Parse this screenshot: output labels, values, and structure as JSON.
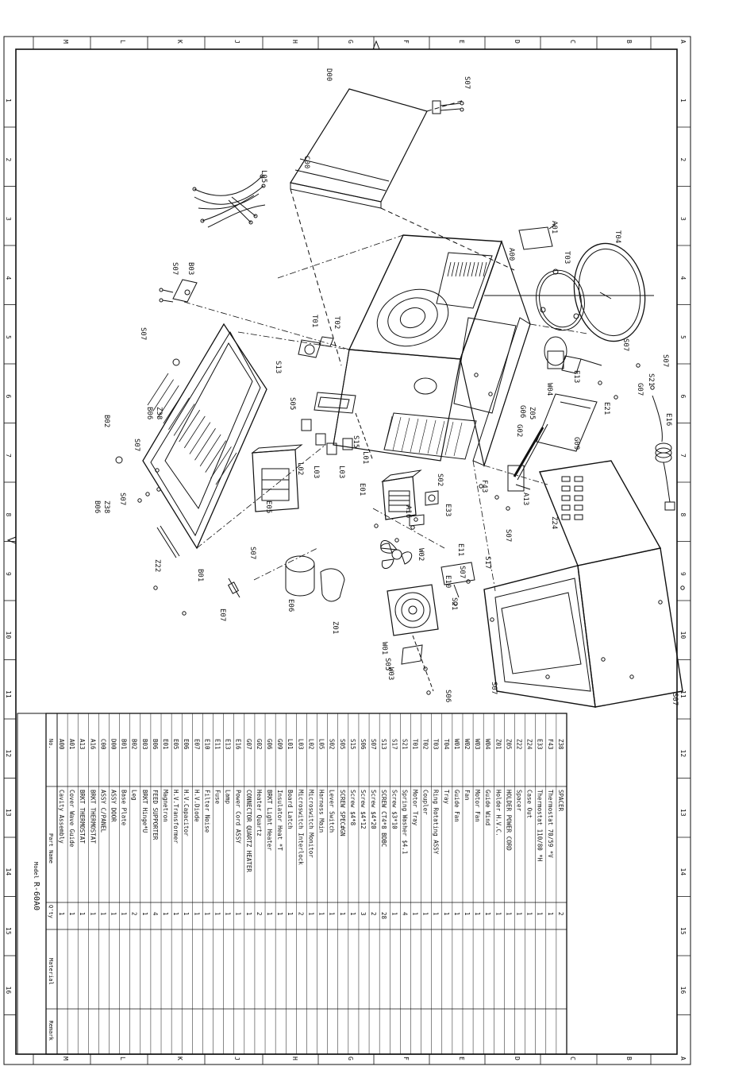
{
  "zone_letters": [
    "A",
    "B",
    "C",
    "D",
    "E",
    "F",
    "G",
    "H",
    "J",
    "K",
    "L",
    "M"
  ],
  "zone_numbers": [
    "1",
    "2",
    "3",
    "4",
    "5",
    "6",
    "7",
    "8",
    "9",
    "10",
    "11",
    "12",
    "13",
    "14",
    "15",
    "16"
  ],
  "callouts": [
    "D00",
    "C00",
    "S07",
    "L05",
    "B03",
    "S07",
    "S07",
    "T01",
    "T02",
    "S13",
    "A00",
    "A01",
    "T03",
    "T04",
    "S07",
    "S07",
    "S21",
    "G07",
    "E13",
    "W04",
    "E21",
    "Z05",
    "S05",
    "S15",
    "G06",
    "G02",
    "B02",
    "B06",
    "Z38",
    "S07",
    "L02",
    "L03",
    "L03",
    "L01",
    "G09",
    "E01",
    "S02",
    "E05",
    "E33",
    "F43",
    "A13",
    "S07",
    "B06",
    "Z38",
    "S07",
    "A16",
    "Z24",
    "S07",
    "W02",
    "E11",
    "S17",
    "E10",
    "S07",
    "Z22",
    "B01",
    "E07",
    "E06",
    "Z01",
    "S21",
    "W01",
    "S05",
    "W03",
    "S06",
    "S07",
    "E16",
    "S07"
  ],
  "parts_table": {
    "columns": [
      "No.",
      "Part Name",
      "Q'ty",
      "Material",
      "Remark"
    ],
    "rows": [
      [
        "A00",
        "Cavity Assembly",
        "1"
      ],
      [
        "A01",
        "Cover Wave Guide",
        "1"
      ],
      [
        "A13",
        "BRKT THERMOSTAT",
        "1"
      ],
      [
        "A16",
        "BRKT THERMOSTAT",
        "1"
      ],
      [
        "C00",
        "ASSY C/PANEL",
        "1"
      ],
      [
        "D00",
        "ASSY DOOR",
        "1"
      ],
      [
        "B01",
        "Base Plate",
        "1"
      ],
      [
        "B02",
        "Leg",
        "2"
      ],
      [
        "B03",
        "BRKT Hinge*U",
        "1"
      ],
      [
        "B06",
        "FEED SUPPORTER",
        "4"
      ],
      [
        "E01",
        "Magnetron",
        "1"
      ],
      [
        "E05",
        "H.V.Transformer",
        "1"
      ],
      [
        "E06",
        "H.V.Capacitor",
        "1"
      ],
      [
        "E07",
        "H.V.Diode",
        "1"
      ],
      [
        "E10",
        "Filter Noise",
        "1"
      ],
      [
        "E11",
        "Fuse",
        "1"
      ],
      [
        "E13",
        "Lamp",
        "1"
      ],
      [
        "E16",
        "Power Cord ASSY",
        "1"
      ],
      [
        "G07",
        "CONNECTOR QUARTZ HEATER",
        "1"
      ],
      [
        "G02",
        "Heater Quartz",
        "2"
      ],
      [
        "G06",
        "BRKT Light Heater",
        "1"
      ],
      [
        "G09",
        "Insulator Heat *T",
        "1"
      ],
      [
        "L01",
        "Board Latch",
        "1"
      ],
      [
        "L03",
        "Microswitch Interlock",
        "2"
      ],
      [
        "L02",
        "Microswitch Monitor",
        "1"
      ],
      [
        "L05",
        "Harness Main",
        "1"
      ],
      [
        "S02",
        "Lever Switch",
        "1"
      ],
      [
        "S05",
        "SCREW SPEC#GN",
        "1"
      ],
      [
        "S15",
        "Screw $4*8",
        "1"
      ],
      [
        "S06",
        "Screw $4*12",
        "3"
      ],
      [
        "S07",
        "Screw $4*20",
        "2"
      ],
      [
        "S13",
        "SCREW CT4*8 BDBC",
        "28"
      ],
      [
        "S17",
        "Screw $3*10",
        "1"
      ],
      [
        "S21",
        "Spring Washer $4.1",
        "4"
      ],
      [
        "T01",
        "Motor Tray",
        "1"
      ],
      [
        "T02",
        "Coupler",
        "1"
      ],
      [
        "T03",
        "Ring Rotating ASSY",
        "1"
      ],
      [
        "T04",
        "Tray",
        "1"
      ],
      [
        "W01",
        "Guide Fan",
        "1"
      ],
      [
        "W02",
        "Fan",
        "1"
      ],
      [
        "W03",
        "Motor Fan",
        "1"
      ],
      [
        "W04",
        "Guide Wind",
        "1"
      ],
      [
        "Z01",
        "Holder H.V.C.",
        "1"
      ],
      [
        "Z05",
        "HOLDER POWER CORD",
        "1"
      ],
      [
        "Z22",
        "Spacer",
        "1"
      ],
      [
        "Z24",
        "Case Out",
        "1"
      ],
      [
        "E33",
        "Thermostat 110/80 *H",
        "1"
      ],
      [
        "F43",
        "Thermostat 70/59 *V",
        "1"
      ],
      [
        "Z38",
        "SPACER",
        "2"
      ]
    ]
  },
  "model": {
    "label": "Model",
    "value": "R-60A0"
  }
}
